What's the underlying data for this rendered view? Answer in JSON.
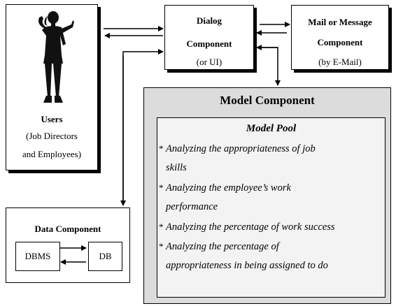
{
  "users": {
    "title": "Users",
    "line2": "(Job Directors",
    "line3": "and Employees)"
  },
  "dialog": {
    "line1": "Dialog",
    "line2": "Component",
    "line3": "(or UI)"
  },
  "mail": {
    "line1": "Mail or Message",
    "line2": "Component",
    "line3": "(by E-Mail)"
  },
  "model": {
    "title": "Model Component",
    "pool_title": "Model Pool",
    "items": [
      {
        "bullet": "*",
        "line1": "Analyzing the appropriateness of job",
        "line2": "skills"
      },
      {
        "bullet": "*",
        "line1": "Analyzing the employee’s work",
        "line2": "performance"
      },
      {
        "bullet": "*",
        "line1": "Analyzing the percentage of work success"
      },
      {
        "bullet": "*",
        "line1": "Analyzing the percentage of",
        "line2": "appropriateness in being assigned to do"
      }
    ]
  },
  "data_component": {
    "title": "Data Component",
    "dbms": "DBMS",
    "db": "DB"
  }
}
